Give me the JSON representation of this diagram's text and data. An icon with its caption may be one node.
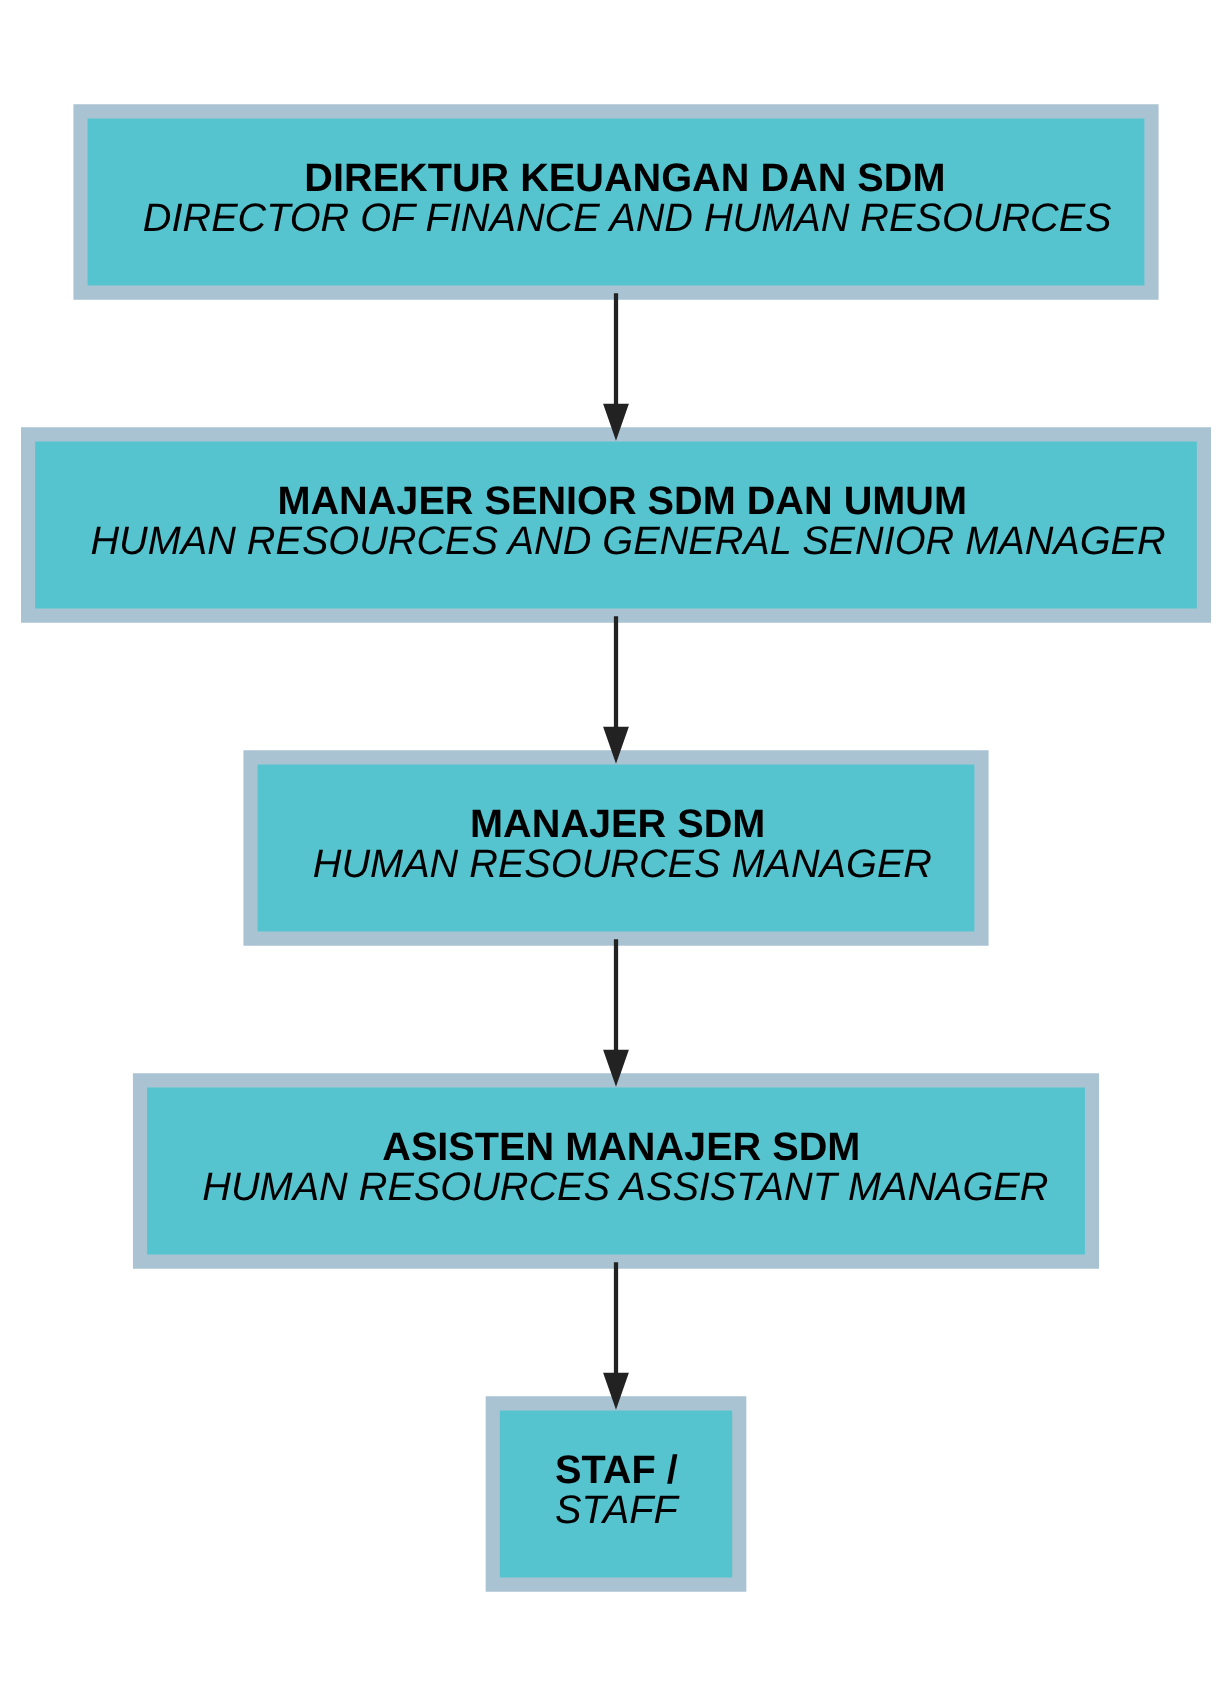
{
  "diagram": {
    "nodes": [
      {
        "text": [
          "DIREKTUR KEUANGAN DAN SDM",
          "DIRECTOR OF FINANCE AND HUMAN RESOURCES"
        ]
      },
      {
        "text": [
          "MANAJER SENIOR SDM DAN UMUM",
          "HUMAN RESOURCES AND GENERAL SENIOR MANAGER"
        ]
      },
      {
        "text": [
          "MANAJER SDM",
          "HUMAN RESOURCES MANAGER"
        ]
      },
      {
        "text": [
          "ASISTEN MANAJER SDM",
          "HUMAN RESOURCES ASSISTANT MANAGER"
        ]
      },
      {
        "text": [
          "STAF /",
          "STAFF"
        ]
      }
    ],
    "edges": [
      {
        "from": 0,
        "to": 1,
        "arrow": "to"
      },
      {
        "from": 1,
        "to": 2,
        "arrow": "to"
      },
      {
        "from": 2,
        "to": 3,
        "arrow": "to"
      },
      {
        "from": 3,
        "to": 4,
        "arrow": "to"
      }
    ]
  }
}
